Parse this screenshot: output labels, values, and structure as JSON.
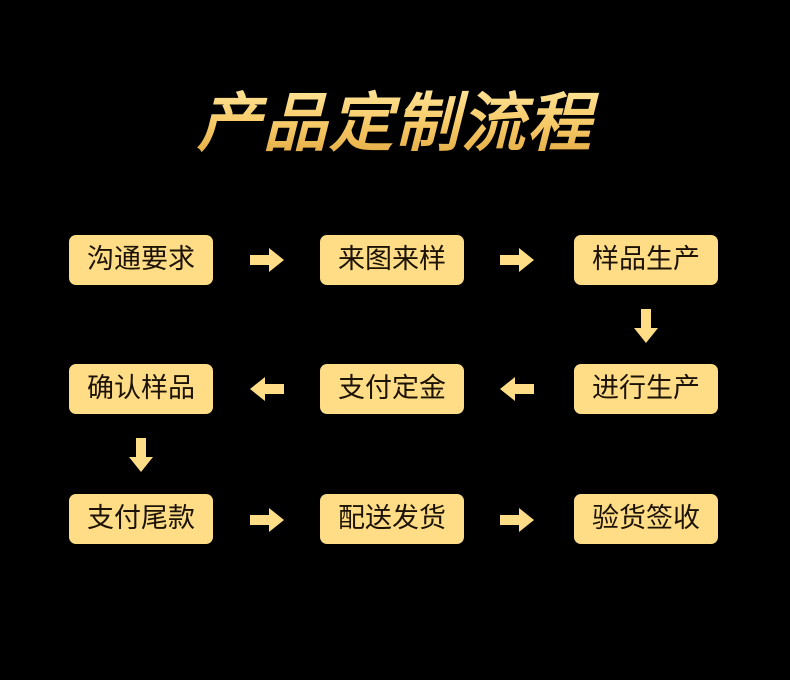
{
  "title": "产品定制流程",
  "colors": {
    "background": "#000000",
    "step_fill": "#fedd86",
    "step_text": "#1c1205",
    "arrow": "#fedd86",
    "title_gold": "#f6c660"
  },
  "steps": [
    {
      "label": "沟通要求"
    },
    {
      "label": "来图来样"
    },
    {
      "label": "样品生产"
    },
    {
      "label": "进行生产"
    },
    {
      "label": "支付定金"
    },
    {
      "label": "确认样品"
    },
    {
      "label": "支付尾款"
    },
    {
      "label": "配送发货"
    },
    {
      "label": "验货签收"
    }
  ],
  "arrows": [
    {
      "from": "沟通要求",
      "to": "来图来样",
      "direction": "right"
    },
    {
      "from": "来图来样",
      "to": "样品生产",
      "direction": "right"
    },
    {
      "from": "样品生产",
      "to": "进行生产",
      "direction": "down"
    },
    {
      "from": "进行生产",
      "to": "支付定金",
      "direction": "left"
    },
    {
      "from": "支付定金",
      "to": "确认样品",
      "direction": "left"
    },
    {
      "from": "确认样品",
      "to": "支付尾款",
      "direction": "down"
    },
    {
      "from": "支付尾款",
      "to": "配送发货",
      "direction": "right"
    },
    {
      "from": "配送发货",
      "to": "验货签收",
      "direction": "right"
    }
  ]
}
